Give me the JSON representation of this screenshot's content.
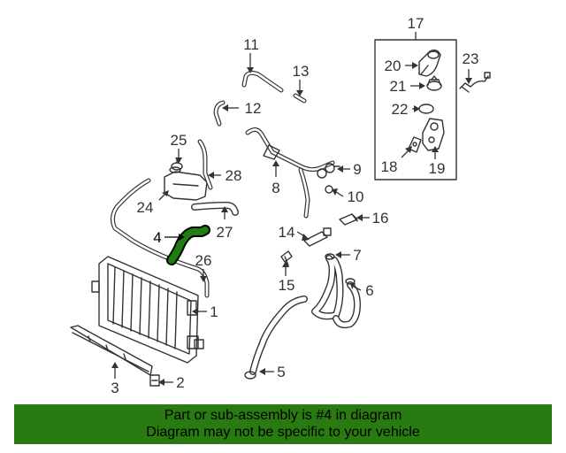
{
  "callouts": {
    "c1": "1",
    "c2": "2",
    "c3": "3",
    "c4": "4",
    "c5": "5",
    "c6": "6",
    "c7": "7",
    "c8": "8",
    "c9": "9",
    "c10": "10",
    "c11": "11",
    "c12": "12",
    "c13": "13",
    "c14": "14",
    "c15": "15",
    "c16": "16",
    "c17": "17",
    "c18": "18",
    "c19": "19",
    "c20": "20",
    "c21": "21",
    "c22": "22",
    "c23": "23",
    "c24": "24",
    "c25": "25",
    "c26": "26",
    "c27": "27",
    "c28": "28"
  },
  "highlight_part": "4",
  "colors": {
    "highlight_part_fill": "#1f7d12",
    "footer_background": "#2a7a12",
    "line_art": "#333333"
  },
  "footer": {
    "line1": "Part or sub-assembly is #4 in diagram",
    "line2": "Diagram may not be specific to your vehicle"
  }
}
